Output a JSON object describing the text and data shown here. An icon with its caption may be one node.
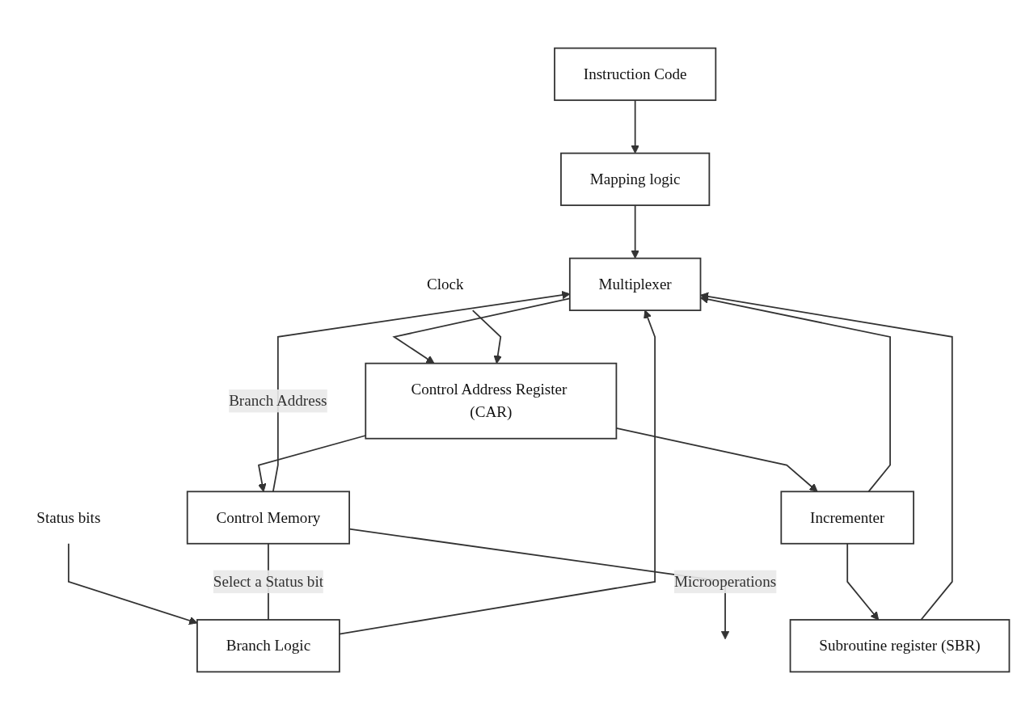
{
  "diagram": {
    "nodes": [
      {
        "text": [
          "Instruction Code"
        ]
      },
      {
        "text": [
          "Mapping logic"
        ]
      },
      {
        "text": [
          "Branch Logic"
        ]
      },
      {
        "text": [
          "Multiplexer"
        ]
      },
      {
        "text": [
          "Control Address Register (CAR)"
        ]
      },
      {
        "text": [
          "Incrementer"
        ]
      },
      {
        "text": [
          "Subroutine register (SBR)"
        ]
      },
      {
        "text": [
          "Control Memory"
        ]
      },
      {
        "text": [
          "Status bits"
        ]
      },
      {
        "text": [
          "Clock"
        ]
      }
    ],
    "edges": [
      {
        "from": 0,
        "to": 1,
        "arrow": "to"
      },
      {
        "from": 1,
        "to": 3,
        "arrow": "to"
      },
      {
        "from": 8,
        "to": 2,
        "arrow": "to"
      },
      {
        "from": 2,
        "to": 3,
        "arrow": "to"
      },
      {
        "from": 7,
        "to": 3,
        "arrow": "to",
        "label": "Branch Address"
      },
      {
        "from": 5,
        "to": 3,
        "arrow": "to"
      },
      {
        "from": 6,
        "to": 3,
        "arrow": "to"
      },
      {
        "from": 3,
        "to": 4,
        "arrow": "to"
      },
      {
        "from": 9,
        "to": 4,
        "arrow": "to"
      },
      {
        "from": 4,
        "to": 7,
        "arrow": "to"
      },
      {
        "from": 4,
        "to": 5,
        "arrow": "to"
      },
      {
        "from": 5,
        "to": 6,
        "arrow": "to"
      },
      {
        "from": 7,
        "to": 2,
        "arrow": "none",
        "label": "Select a Status bit"
      },
      {
        "from": 7,
        "to": null,
        "arrow": "to",
        "label": "Microoperations"
      }
    ]
  }
}
